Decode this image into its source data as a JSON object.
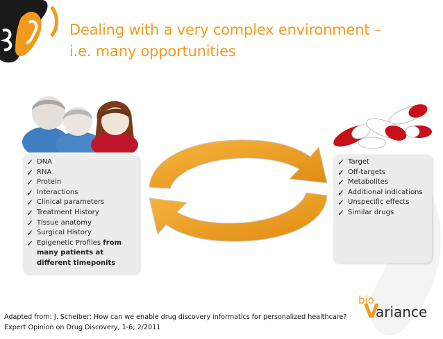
{
  "title": {
    "line1": "Dealing with a very complex environment –",
    "line2": "i.e. many opportunities"
  },
  "left_list": {
    "items": [
      "DNA",
      "RNA",
      "Protein",
      "Interactions",
      "Clinical parameters",
      "Treatment History",
      "Tissue anatomy",
      "Surgical History"
    ],
    "last_item_normal": "Epigenetic Profiles ",
    "last_item_bold": "from many patients at different timeponits"
  },
  "right_list": {
    "items": [
      "Target",
      "Off-targets",
      "Metabolites",
      "Additional indications",
      "Unspecific effects",
      "Similar drugs"
    ]
  },
  "footer": {
    "line1": "Adapted from: J. Scheiber; How can we enable drug discovery informatics for personalized healthcare?",
    "line2": "Expert Opinion on Drug Discovery, 1-6; 2/2011"
  },
  "logo": {
    "text_bio": "bio",
    "text_variance": "Variance",
    "text_v": "V"
  },
  "colors": {
    "accent_orange": "#f39a1e",
    "arrow_orange": "#f0a21a",
    "panel_grey": "#ececec",
    "people_blue": "#4b86c6",
    "pill_red": "#c8101a"
  },
  "icons": [
    "checkmark-icon",
    "people-icon",
    "pills-icon",
    "cycle-arrows-icon",
    "corner-logo-icon"
  ]
}
